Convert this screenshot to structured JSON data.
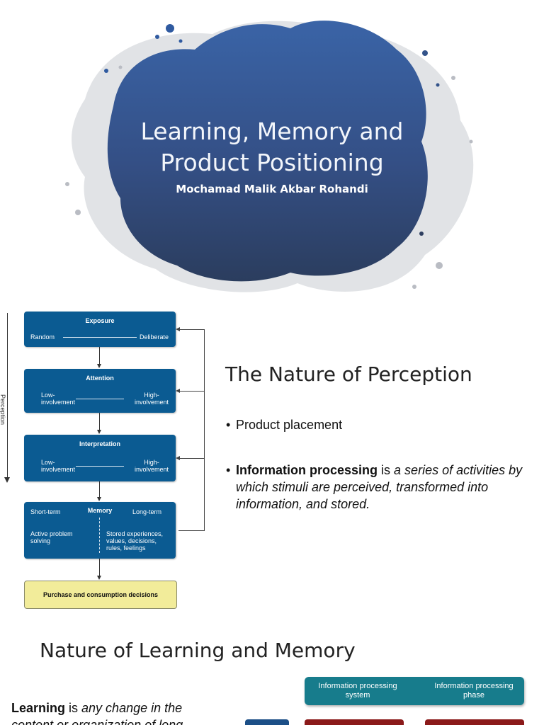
{
  "slide1": {
    "title_line1": "Learning, Memory and",
    "title_line2": "Product Positioning",
    "author": "Mochamad Malik Akbar Rohandi",
    "colors": {
      "splash_top": "#3a64a7",
      "splash_bottom": "#2b3d5e",
      "grey_splatter": "#c9ccd2"
    }
  },
  "slide2": {
    "side_label": "Perception",
    "diagram": {
      "exposure": {
        "title": "Exposure",
        "left": "Random",
        "right": "Deliberate"
      },
      "attention": {
        "title": "Attention",
        "left_1": "Low-",
        "left_2": "involvement",
        "right_1": "High-",
        "right_2": "involvement"
      },
      "interpretation": {
        "title": "Interpretation",
        "left_1": "Low-",
        "left_2": "involvement",
        "right_1": "High-",
        "right_2": "involvement"
      },
      "memory": {
        "title": "Memory",
        "left_head": "Short-term",
        "right_head": "Long-term",
        "left_1": "Active problem",
        "left_2": "solving",
        "right_1": "Stored experiences,",
        "right_2": "values, decisions,",
        "right_3": "rules, feelings"
      },
      "purchase": "Purchase and consumption decisions"
    },
    "title": "The Nature of Perception",
    "bullet1": "Product placement",
    "bullet2_bold": "Information processing",
    "bullet2_mid": " is ",
    "bullet2_italic": "a series of activities by which stimuli are perceived, transformed into information, and stored.",
    "bullet_glyph": "•",
    "colors": {
      "box": "#0b5b92",
      "purchase": "#f2ec9a"
    }
  },
  "slide3": {
    "title": "Nature of Learning and Memory",
    "body_bold": "Learning",
    "body_mid": " is ",
    "body_italic_1": "any change in the",
    "body_italic_2": "content or organization of long",
    "header_left_1": "Information processing",
    "header_left_2": "system",
    "header_right_1": "Information processing",
    "header_right_2": "phase",
    "colors": {
      "teal": "#177c8c",
      "navy": "#1c4f87",
      "red": "#8b1a1a"
    }
  }
}
